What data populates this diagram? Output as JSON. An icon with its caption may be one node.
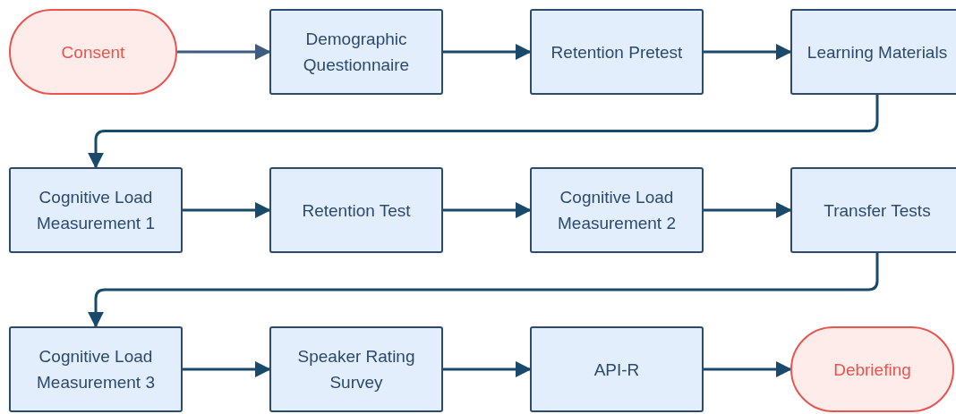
{
  "diagram": {
    "nodes": [
      {
        "text": [
          "Consent"
        ]
      },
      {
        "text": [
          "Demographic Questionnaire"
        ]
      },
      {
        "text": [
          "Retention Pretest"
        ]
      },
      {
        "text": [
          "Learning Materials"
        ]
      },
      {
        "text": [
          "Cognitive Load Measurement 1"
        ]
      },
      {
        "text": [
          "Retention Test"
        ]
      },
      {
        "text": [
          "Cognitive Load Measurement 2"
        ]
      },
      {
        "text": [
          "Transfer Tests"
        ]
      },
      {
        "text": [
          "Cognitive Load Measurement 3"
        ]
      },
      {
        "text": [
          "Speaker Rating Survey"
        ]
      },
      {
        "text": [
          "API-R"
        ]
      },
      {
        "text": [
          "Debriefing"
        ]
      }
    ],
    "edges": [
      {
        "from": 0,
        "to": 1,
        "arrow": "to",
        "color": "#3e5b80"
      },
      {
        "from": 1,
        "to": 2,
        "arrow": "to"
      },
      {
        "from": 2,
        "to": 3,
        "arrow": "to"
      },
      {
        "from": 3,
        "to": 4,
        "arrow": "to"
      },
      {
        "from": 4,
        "to": 5,
        "arrow": "to"
      },
      {
        "from": 5,
        "to": 6,
        "arrow": "to"
      },
      {
        "from": 6,
        "to": 7,
        "arrow": "to"
      },
      {
        "from": 7,
        "to": 8,
        "arrow": "to"
      },
      {
        "from": 8,
        "to": 9,
        "arrow": "to"
      },
      {
        "from": 9,
        "to": 10,
        "arrow": "to"
      },
      {
        "from": 10,
        "to": 11,
        "arrow": "to"
      }
    ]
  }
}
